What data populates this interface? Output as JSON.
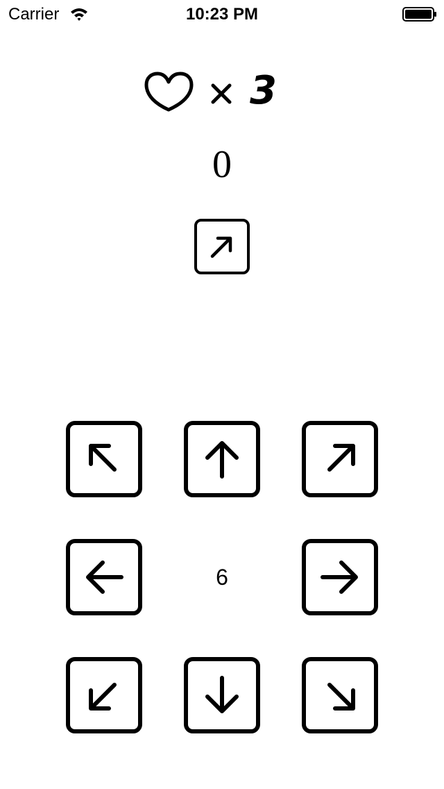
{
  "status_bar": {
    "carrier": "Carrier",
    "time": "10:23 PM"
  },
  "lives": {
    "icon": "heart-outline-icon",
    "multiplier": "×",
    "count": "3"
  },
  "score": "0",
  "target_direction": "up-right",
  "countdown": "6",
  "pad": {
    "buttons": [
      "up-left",
      "up",
      "up-right",
      "left",
      "right",
      "down-left",
      "down",
      "down-right"
    ]
  },
  "colors": {
    "background": "#ffffff",
    "foreground": "#000000"
  }
}
